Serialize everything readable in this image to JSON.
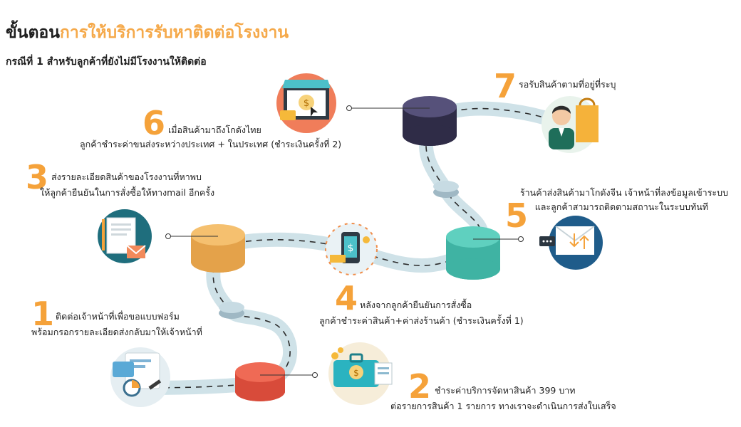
{
  "title": {
    "part1": "ขั้นตอน",
    "part2": "การให้บริการรับหาติดต่อโรงงาน"
  },
  "subtitle": "กรณีที่ 1 สำหรับลูกค้าที่ยังไม่มีโรงงานให้ติดต่อ",
  "steps": [
    {
      "number": "1",
      "line1": "ติดต่อเจ้าหน้าที่เพื่อขอแบบฟอร์ม",
      "line2": "พร้อมกรอกรายละเอียดส่งกลับมาให้เจ้าหน้าที่"
    },
    {
      "number": "2",
      "line1": "ชำระค่าบริการจัดหาสินค้า 399 บาท",
      "line2": "ต่อรายการสินค้า 1 รายการ ทางเราจะดำเนินการส่งใบเสร็จ"
    },
    {
      "number": "3",
      "line1": "ส่งรายละเอียดสินค้าของโรงงานที่หาพบ",
      "line2": "ให้ลูกค้ายืนยันในการสั่งซื้อให้ทางmail อีกครั้ง"
    },
    {
      "number": "4",
      "line1": "หลังจากลูกค้ายืนยันการสั่งซื้อ",
      "line2": "ลูกค้าชำระค่าสินค้า+ค่าส่งร้านค้า (ชำระเงินครั้งที่ 1)"
    },
    {
      "number": "5",
      "line1": "ร้านค้าส่งสินค้ามาโกดังจีน เจ้าหน้าที่ลงข้อมูลเข้าระบบ",
      "line2": "และลูกค้าสามารถติดตามสถานะในระบบทันที"
    },
    {
      "number": "6",
      "line1": "เมื่อสินค้ามาถึงโกดังไทย",
      "line2": "ลูกค้าชำระค่าขนส่งระหว่างประเทศ + ในประเทศ (ชำระเงินครั้งที่ 2)"
    },
    {
      "number": "7",
      "line1": "รอรับสินค้าตามที่อยู่ที่ระบุ",
      "line2": ""
    }
  ],
  "icons": [
    "form-document-icon",
    "payment-briefcase-icon",
    "email-document-icon",
    "mobile-payment-icon",
    "warehouse-upload-icon",
    "online-shop-icon",
    "delivery-person-icon"
  ],
  "colors": {
    "accent_orange": "#f5a23a",
    "path": "#c9dfe6",
    "stage1": "#e8604c",
    "stage2": "#f1b35b",
    "stage3": "#4fc7b6",
    "stage4": "#3e3b59",
    "connector": "#b7ced8"
  }
}
